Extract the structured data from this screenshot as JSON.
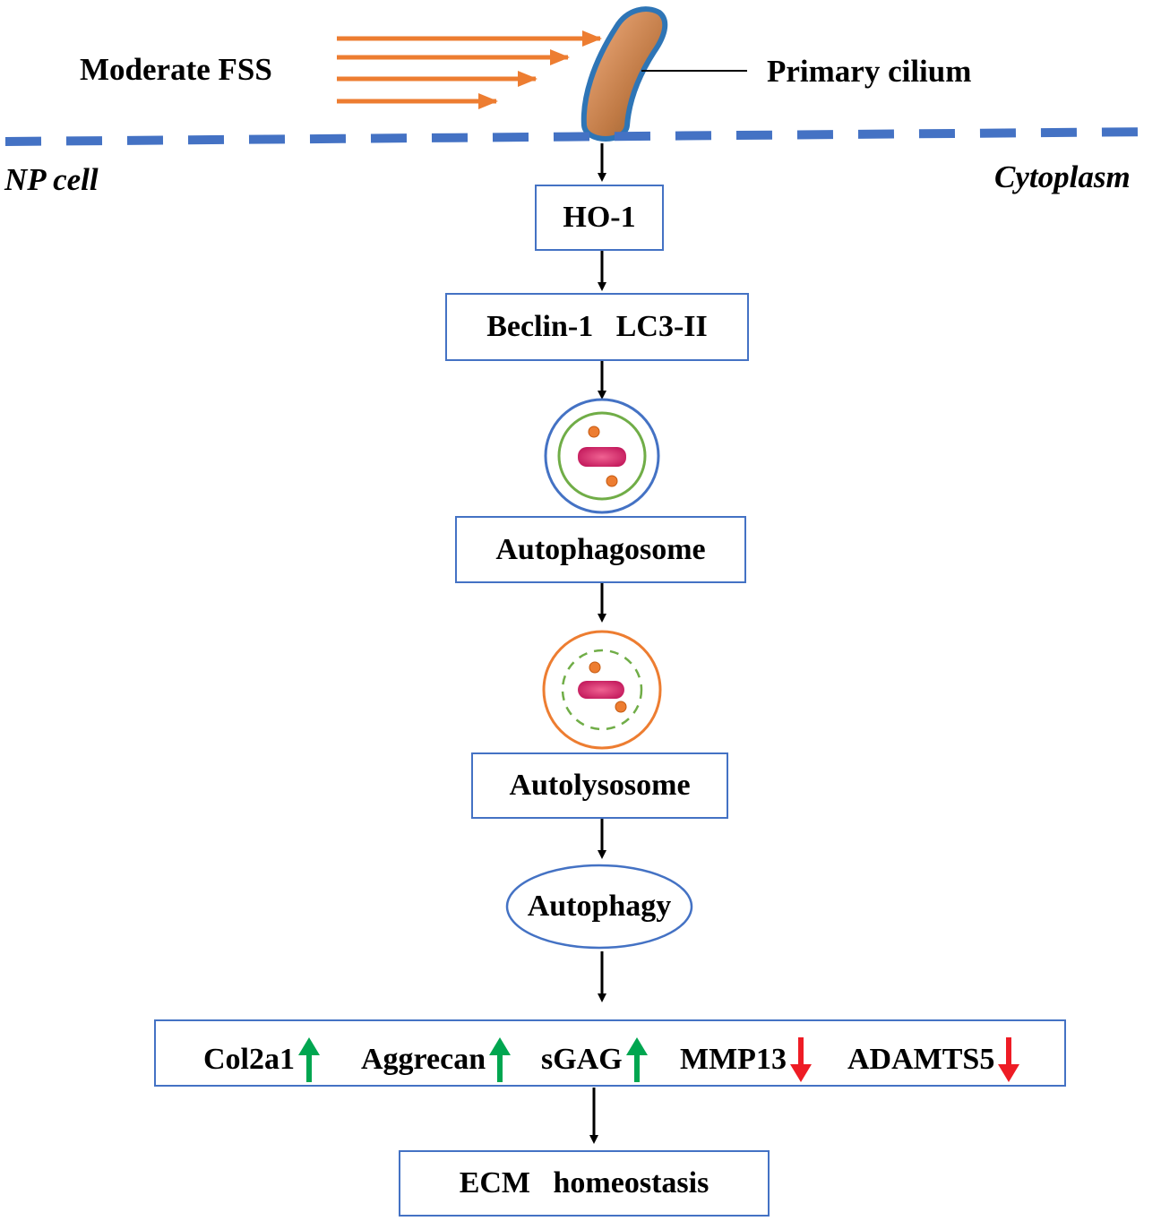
{
  "labels": {
    "moderate_fss": "Moderate FSS",
    "primary_cilium": "Primary cilium",
    "np_cell": "NP cell",
    "cytoplasm": "Cytoplasm"
  },
  "boxes": {
    "ho1": "HO-1",
    "beclin_lc3": "Beclin-1   LC3-II",
    "autophagosome": "Autophagosome",
    "autolysosome": "Autolysosome",
    "autophagy": "Autophagy",
    "ecm": "ECM   homeostasis"
  },
  "markers": [
    {
      "label": "Col2a1",
      "direction": "up",
      "color": "#00a650"
    },
    {
      "label": "Aggrecan",
      "direction": "up",
      "color": "#00a650"
    },
    {
      "label": "sGAG",
      "direction": "up",
      "color": "#00a650"
    },
    {
      "label": "MMP13",
      "direction": "down",
      "color": "#ee1c25"
    },
    {
      "label": "ADAMTS5",
      "direction": "down",
      "color": "#ee1c25"
    }
  ],
  "colors": {
    "membrane": "#4472c4",
    "flow_arrows": "#ed7d31",
    "cilium_fill": "#c07a45",
    "autophagosome_inner": "#70ad47",
    "autolysosome_outer": "#ed7d31",
    "mitochondrion": "#d81b60"
  }
}
